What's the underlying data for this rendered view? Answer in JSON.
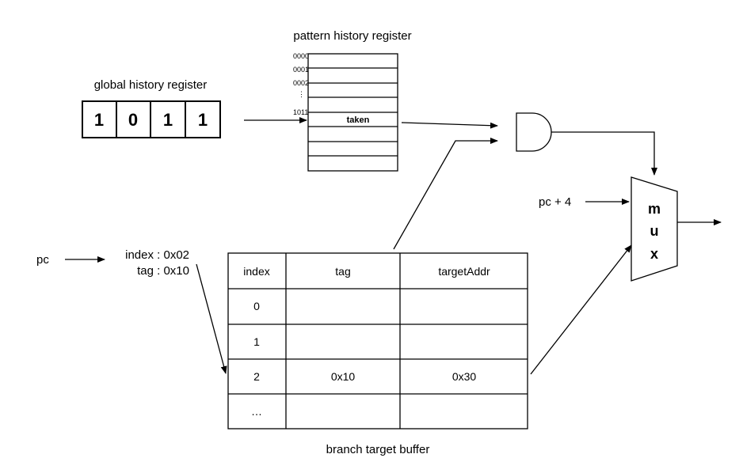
{
  "ghr": {
    "label": "global history register",
    "bits": [
      "1",
      "0",
      "1",
      "1"
    ]
  },
  "pht": {
    "label": "pattern history register",
    "row_labels": [
      "0000",
      "0001",
      "0002",
      "⋮",
      "1011"
    ],
    "taken_label": "taken"
  },
  "pc": {
    "label": "pc",
    "index_text": "index : 0x02",
    "tag_text": "tag : 0x10"
  },
  "btb": {
    "label": "branch target buffer",
    "headers": [
      "index",
      "tag",
      "targetAddr"
    ],
    "rows": [
      [
        "0",
        "",
        ""
      ],
      [
        "1",
        "",
        ""
      ],
      [
        "2",
        "0x10",
        "0x30"
      ],
      [
        "…",
        "",
        ""
      ]
    ]
  },
  "mux": {
    "letters": [
      "m",
      "u",
      "x"
    ],
    "input_label": "pc + 4"
  }
}
